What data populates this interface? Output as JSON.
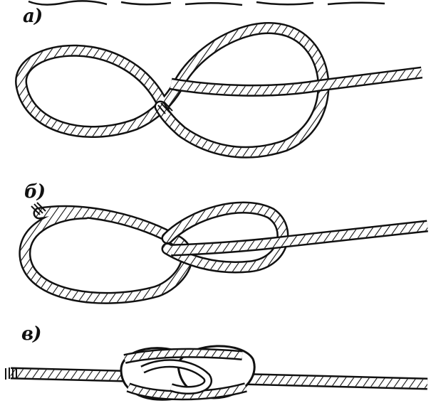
{
  "figure": {
    "header_partial_text": "",
    "steps": [
      {
        "label": "а)"
      },
      {
        "label": "б)"
      },
      {
        "label": "в)"
      }
    ]
  },
  "colors": {
    "ink": "#111111",
    "rope_fill": "#ffffff",
    "background": "#ffffff"
  }
}
